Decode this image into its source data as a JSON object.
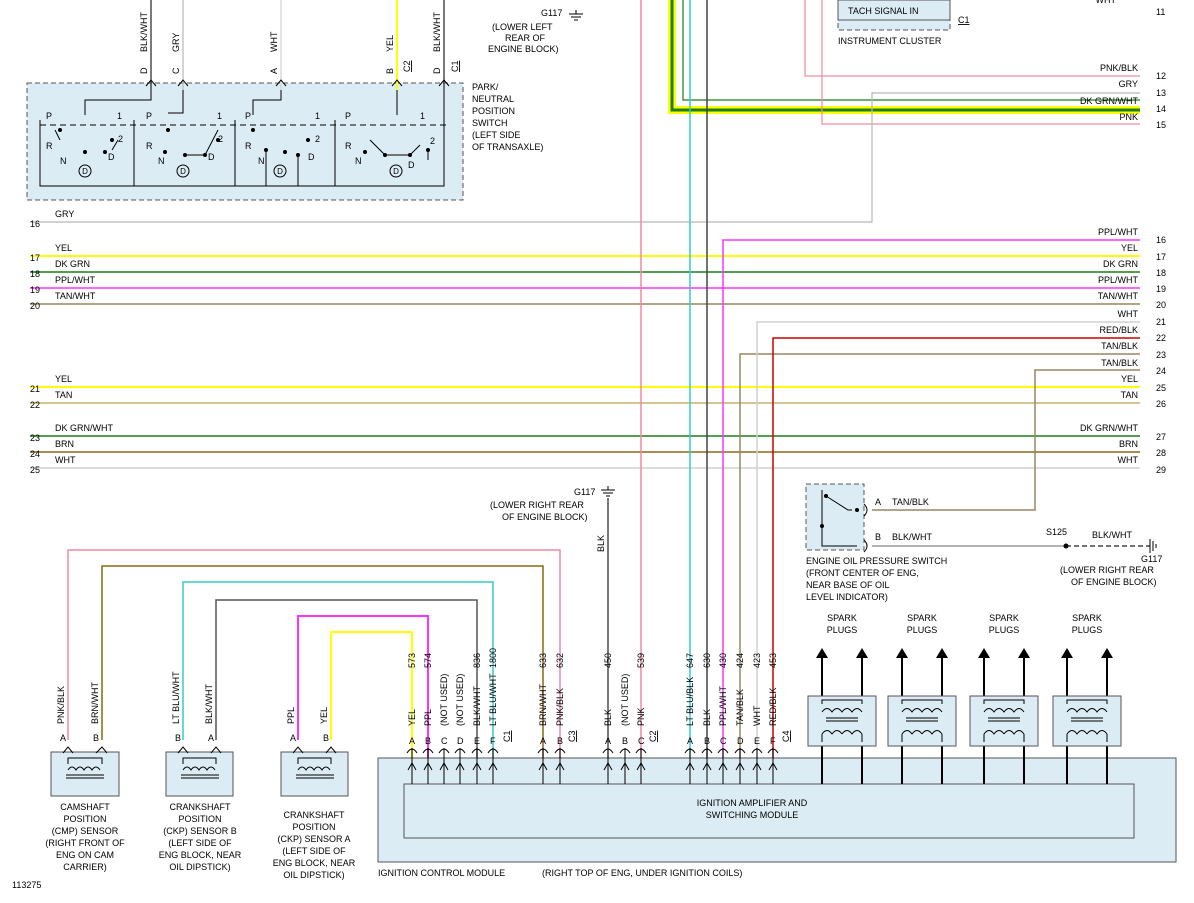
{
  "diagram_number": "113275",
  "colors": {
    "BLK": "#222222",
    "GRY": "#b8b8b8",
    "WHT": "#d0d0d0",
    "YEL": "#ffff00",
    "DK_GRN": "#1a7f1a",
    "PPL": "#ff33ff",
    "TAN": "#9a8560",
    "BRN": "#8b6914",
    "PNK": "#f08aa0",
    "RED": "#cc0000",
    "LT_BLU": "#33cccc"
  },
  "grounds": {
    "g117_top": {
      "id": "G117",
      "location": [
        "(LOWER LEFT",
        "REAR OF",
        "ENGINE BLOCK)"
      ]
    },
    "g117_mid": {
      "id": "G117",
      "location": [
        "(LOWER RIGHT REAR",
        "OF ENGINE BLOCK)"
      ]
    },
    "g117_right": {
      "id": "G117",
      "location": [
        "(LOWER RIGHT REAR",
        "OF ENGINE BLOCK)"
      ]
    }
  },
  "splice": "S125",
  "instrument_cluster": {
    "label": "INSTRUMENT CLUSTER",
    "tach": "TACH SIGNAL IN",
    "connector": "C1"
  },
  "pnp_switch": {
    "label": [
      "PARK/",
      "NEUTRAL",
      "POSITION",
      "SWITCH",
      "(LEFT SIDE",
      "OF TRANSAXLE)"
    ],
    "pins": [
      {
        "wire": "BLK/WHT",
        "pin": "D"
      },
      {
        "wire": "GRY",
        "pin": "C"
      },
      {
        "wire": "WHT",
        "pin": "A"
      },
      {
        "wire": "YEL",
        "pin": "B"
      },
      {
        "wire": "BLK/WHT",
        "pin": "D"
      }
    ],
    "connectors": [
      "C2",
      "C1"
    ],
    "positions": [
      "P",
      "R",
      "N",
      "D",
      "1",
      "2",
      "D"
    ]
  },
  "right_top_wires": [
    {
      "color": "PNK/BLK",
      "num": "12"
    },
    {
      "color": "GRY",
      "num": "13"
    },
    {
      "color": "DK GRN/WHT",
      "num": "14"
    },
    {
      "color": "PNK",
      "num": "15"
    },
    {
      "color": "WHT",
      "num": "11"
    }
  ],
  "left_wires": [
    {
      "color": "GRY",
      "num": "16"
    },
    {
      "color": "YEL",
      "num": "17"
    },
    {
      "color": "DK GRN",
      "num": "18"
    },
    {
      "color": "PPL/WHT",
      "num": "19"
    },
    {
      "color": "TAN/WHT",
      "num": "20"
    },
    {
      "color": "YEL",
      "num": "21"
    },
    {
      "color": "TAN",
      "num": "22"
    },
    {
      "color": "DK GRN/WHT",
      "num": "23"
    },
    {
      "color": "BRN",
      "num": "24"
    },
    {
      "color": "WHT",
      "num": "25"
    }
  ],
  "right_wires": [
    {
      "color": "PPL/WHT",
      "num": "16"
    },
    {
      "color": "YEL",
      "num": "17"
    },
    {
      "color": "DK GRN",
      "num": "18"
    },
    {
      "color": "PPL/WHT",
      "num": "19"
    },
    {
      "color": "TAN/WHT",
      "num": "20"
    },
    {
      "color": "WHT",
      "num": "21"
    },
    {
      "color": "RED/BLK",
      "num": "22"
    },
    {
      "color": "TAN/BLK",
      "num": "23"
    },
    {
      "color": "TAN/BLK",
      "num": "24"
    },
    {
      "color": "YEL",
      "num": "25"
    },
    {
      "color": "TAN",
      "num": "26"
    },
    {
      "color": "DK GRN/WHT",
      "num": "27"
    },
    {
      "color": "BRN",
      "num": "28"
    },
    {
      "color": "WHT",
      "num": "29"
    }
  ],
  "oil_switch": {
    "label": [
      "ENGINE OIL PRESSURE SWITCH",
      "(FRONT CENTER OF ENG,",
      "NEAR BASE OF OIL",
      "LEVEL INDICATOR)"
    ],
    "pin_a": "A",
    "wire_a": "TAN/BLK",
    "pin_b": "B",
    "wire_b": "BLK/WHT",
    "wire_s125": "BLK/WHT"
  },
  "sensors": {
    "cmp": {
      "label": [
        "CAMSHAFT",
        "POSITION",
        "(CMP) SENSOR",
        "(RIGHT FRONT OF",
        "ENG ON CAM",
        "CARRIER)"
      ],
      "wires": [
        "PNK/BLK",
        "BRN/WHT"
      ],
      "pins": [
        "A",
        "B"
      ]
    },
    "ckp_b": {
      "label": [
        "CRANKSHAFT",
        "POSITION",
        "(CKP) SENSOR B",
        "(LEFT SIDE OF",
        "ENG BLOCK, NEAR",
        "OIL DIPSTICK)"
      ],
      "wires": [
        "LT BLU/WHT",
        "BLK/WHT"
      ],
      "pins": [
        "B",
        "A"
      ]
    },
    "ckp_a": {
      "label": [
        "CRANKSHAFT",
        "POSITION",
        "(CKP) SENSOR A",
        "(LEFT SIDE OF",
        "ENG BLOCK, NEAR",
        "OIL DIPSTICK)"
      ],
      "wires": [
        "PPL",
        "YEL"
      ],
      "pins": [
        "A",
        "B"
      ]
    }
  },
  "icm": {
    "label": "IGNITION CONTROL MODULE",
    "location": "(RIGHT TOP OF ENG, UNDER IGNITION COILS)",
    "inner": [
      "IGNITION AMPLIFIER AND",
      "SWITCHING MODULE"
    ],
    "connectors": [
      {
        "name": "C1",
        "pins": [
          {
            "pin": "A",
            "wire": "YEL",
            "circuit": "573"
          },
          {
            "pin": "B",
            "wire": "PPL",
            "circuit": "574"
          },
          {
            "pin": "C",
            "wire": "(NOT USED)",
            "circuit": ""
          },
          {
            "pin": "D",
            "wire": "(NOT USED)",
            "circuit": ""
          },
          {
            "pin": "E",
            "wire": "BLK/WHT",
            "circuit": "836"
          },
          {
            "pin": "F",
            "wire": "LT BLU/WHT",
            "circuit": "1800"
          }
        ]
      },
      {
        "name": "C3",
        "pins": [
          {
            "pin": "A",
            "wire": "BRN/WHT",
            "circuit": "633"
          },
          {
            "pin": "B",
            "wire": "PNK/BLK",
            "circuit": "632"
          }
        ]
      },
      {
        "name": "C2",
        "pins": [
          {
            "pin": "A",
            "wire": "BLK",
            "circuit": "450"
          },
          {
            "pin": "B",
            "wire": "(NOT USED)",
            "circuit": ""
          },
          {
            "pin": "C",
            "wire": "PNK",
            "circuit": "539"
          }
        ]
      },
      {
        "name": "C4",
        "pins": [
          {
            "pin": "A",
            "wire": "LT BLU/BLK",
            "circuit": "647"
          },
          {
            "pin": "B",
            "wire": "BLK",
            "circuit": "630"
          },
          {
            "pin": "C",
            "wire": "PPL/WHT",
            "circuit": "430"
          },
          {
            "pin": "D",
            "wire": "TAN/BLK",
            "circuit": "424"
          },
          {
            "pin": "E",
            "wire": "WHT",
            "circuit": "423"
          },
          {
            "pin": "F",
            "wire": "RED/BLK",
            "circuit": "453"
          }
        ]
      }
    ],
    "blk_wire": "BLK"
  },
  "spark_plugs": [
    "SPARK",
    "PLUGS"
  ]
}
